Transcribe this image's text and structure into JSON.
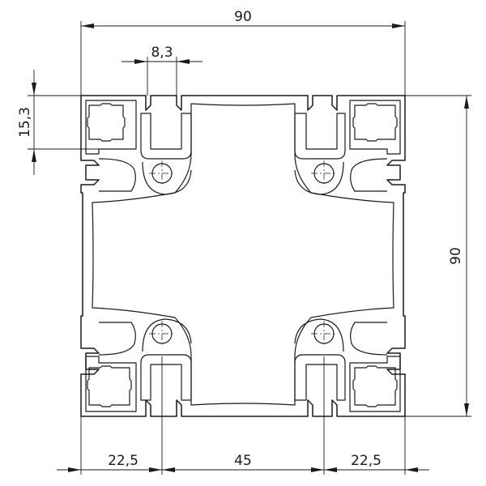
{
  "dimensions": {
    "overall_width": "90",
    "slot_width": "8,3",
    "slot_depth": "15,3",
    "overall_height": "90",
    "bottom_left": "22,5",
    "bottom_mid": "45",
    "bottom_right": "22,5"
  }
}
